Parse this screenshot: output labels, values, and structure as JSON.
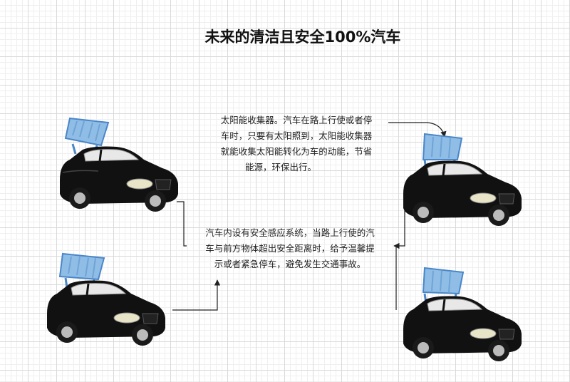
{
  "title": "未来的清洁且安全100%汽车",
  "notes": {
    "solar": [
      "太阳能收集器。汽车在路上行使或者停",
      "车时，只要有太阳照到，太阳能收集器",
      "就能收集太阳能转化为车的动能，节省",
      "能源，环保出行。"
    ],
    "safety": [
      "汽车内设有安全感应系统，当路上行使的汽",
      "车与前方物体超出安全距离时，给予温馨提",
      "示或者紧急停车，避免发生交通事故。"
    ]
  },
  "colors": {
    "panel": "#8fbde6",
    "panel_frame": "#4a86c8",
    "car_body": "#101010",
    "line": "#222222"
  }
}
